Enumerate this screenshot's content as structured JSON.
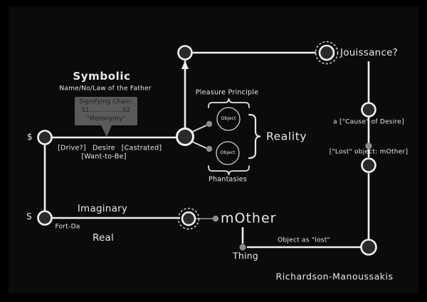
{
  "colors": {
    "frame": "#000000",
    "canvas": "#0b0b0b",
    "line": "#f0f0f0",
    "text": "#e9e9e9",
    "node_fill": "#2a2a2a",
    "gray_dot": "#8c8c8c",
    "callout_bg": "#5a5a5a",
    "callout_text": "#1f1f1f"
  },
  "diagram": {
    "top": {
      "jouissance": "Jouissance?"
    },
    "symbolic": {
      "title": "Symbolic",
      "subtitle": "Name/No/Law of the Father"
    },
    "callout": {
      "line1": "Signifying Chain:",
      "line2": "S1................S2",
      "line3": "\"Metonymy\""
    },
    "left": {
      "barred_subject": "$",
      "subject": "S",
      "drive": "[Drive?]",
      "desire": "Desire",
      "castrated": "[Castrated]",
      "want_to_be": "[Want-to-Be]"
    },
    "center": {
      "pleasure_principle": "Pleasure Principle",
      "object_top": "Object",
      "object_bottom": "Object",
      "reality": "Reality",
      "phantasies": "Phantasies"
    },
    "right": {
      "cause_of_desire": "a [\"Cause\" of Desire]",
      "lost_object": "[\"Lost\" object: mOther]"
    },
    "bottom": {
      "imaginary": "Imaginary",
      "fort_da": "Fort-Da",
      "real": "Real",
      "mother": "mOther",
      "thing": "Thing",
      "object_as_lost": "Object as \"lost\"",
      "attribution": "Richardson-Manoussakis"
    }
  }
}
